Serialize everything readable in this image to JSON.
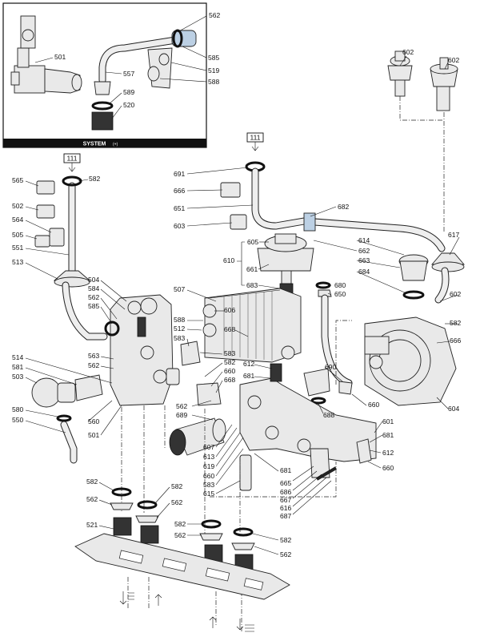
{
  "inset": {
    "title": "SYSTEM",
    "title_suffix": "(+)",
    "labels": [
      "562",
      "501",
      "585",
      "557",
      "519",
      "588",
      "589",
      "520"
    ]
  },
  "callouts": {
    "box_left": "111",
    "box_center": "111"
  },
  "labels": {
    "l602a": "602",
    "l602b": "602",
    "l691": "691",
    "l666a": "666",
    "l651": "651",
    "l682": "682",
    "l603": "603",
    "l565": "565",
    "l582a": "582",
    "l502": "502",
    "l564": "564",
    "l505": "505",
    "l551": "551",
    "l513": "513",
    "l605": "605",
    "l610": "610",
    "l661": "661",
    "l683a": "683",
    "l614": "614",
    "l662": "662",
    "l663": "663",
    "l617": "617",
    "l684": "684",
    "l680": "680",
    "l650": "650",
    "l602c": "602",
    "l582b": "582",
    "l666b": "666",
    "l504": "504",
    "l584": "584",
    "l562a": "562",
    "l585": "585",
    "l507": "507",
    "l606": "606",
    "l588": "588",
    "l512": "512",
    "l583a": "583",
    "l668a": "668",
    "l514": "514",
    "l581": "581",
    "l503": "503",
    "l563": "563",
    "l562b": "562",
    "l583b": "583",
    "l582c": "582",
    "l660a": "660",
    "l668b": "668",
    "l612a": "612",
    "l681a": "681",
    "l690": "690",
    "l604": "604",
    "l660b": "660",
    "l688": "688",
    "l580": "580",
    "l550": "550",
    "l560": "560",
    "l501": "501",
    "l562c": "562",
    "l689": "689",
    "l601": "601",
    "l681b": "681",
    "l612b": "612",
    "l660c": "660",
    "l607": "607",
    "l613": "613",
    "l619": "619",
    "l660d": "660",
    "l583c": "583",
    "l615": "615",
    "l681c": "681",
    "l665": "665",
    "l686": "686",
    "l667": "667",
    "l616": "616",
    "l687": "687",
    "l582d": "582",
    "l562d": "562",
    "l582e": "582",
    "l562e": "562",
    "l521": "521",
    "l582f": "582",
    "l562f": "562",
    "l582g": "582",
    "l562g": "562"
  }
}
